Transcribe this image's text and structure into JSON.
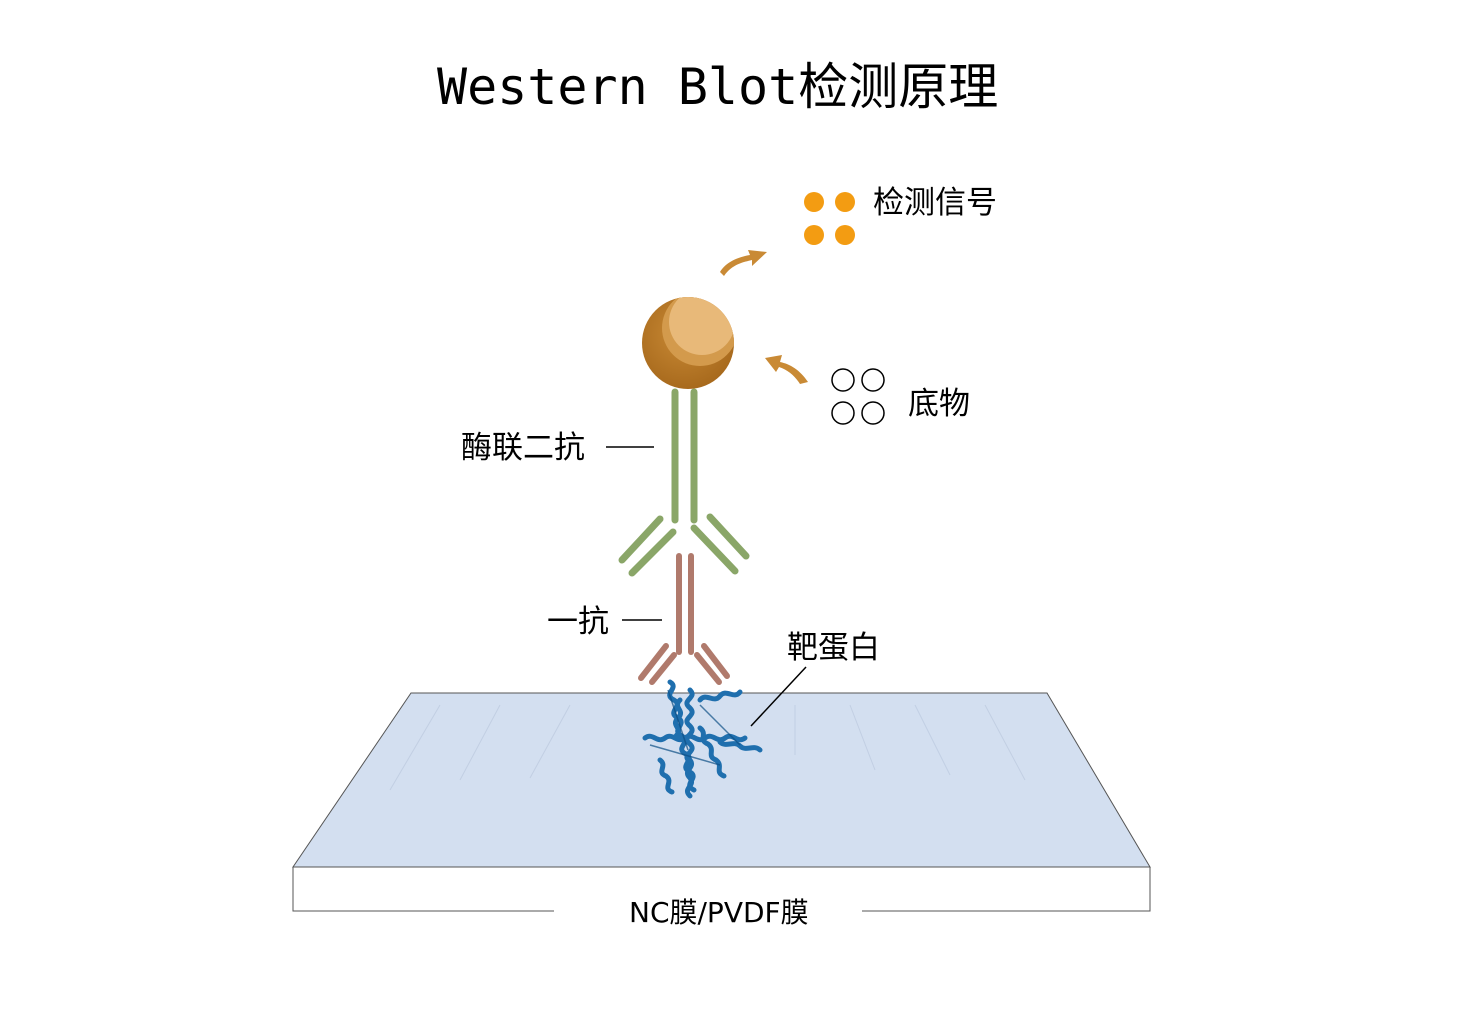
{
  "title": "Western Blot检测原理",
  "labels": {
    "signal": "检测信号",
    "substrate": "底物",
    "secondary_antibody": "酶联二抗",
    "primary_antibody": "一抗",
    "target_protein": "靶蛋白",
    "membrane": "NC膜/PVDF膜"
  },
  "colors": {
    "signal_dots": "#f39c12",
    "enzyme_dark": "#b37424",
    "enzyme_light": "#e8b979",
    "arrow": "#c98a35",
    "secondary_antibody": "#8aa668",
    "primary_antibody": "#b07a6c",
    "protein": "#1f6fae",
    "membrane_top": "#d3dff0",
    "membrane_edge": "#555555"
  },
  "icons": {
    "signal": "filled-dots-icon",
    "substrate": "hollow-dots-icon",
    "enzyme": "enzyme-sphere-icon",
    "protein": "protein-ribbon-icon"
  }
}
